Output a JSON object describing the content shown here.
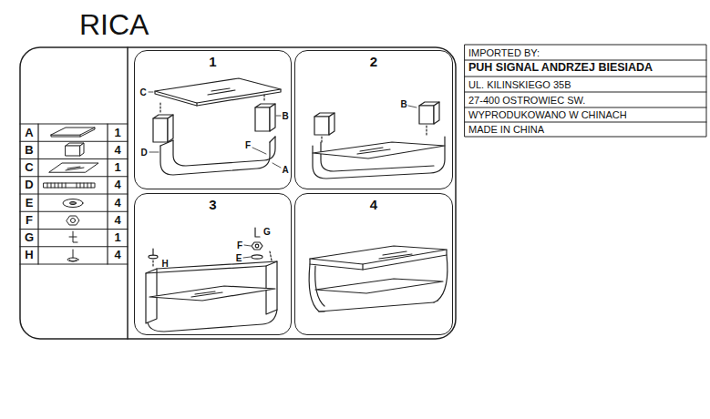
{
  "diagram": {
    "title": "RICA",
    "nodes": [
      {
        "text": [
          "1"
        ]
      },
      {
        "text": [
          "2"
        ]
      },
      {
        "text": [
          "3"
        ]
      },
      {
        "text": [
          "4"
        ]
      }
    ],
    "labels": [
      "A",
      "1",
      "B",
      "4",
      "C",
      "1",
      "D",
      "4",
      "E",
      "4",
      "F",
      "4",
      "G",
      "1",
      "H",
      "4",
      "C",
      "B",
      "D",
      "F",
      "A",
      "B",
      "G",
      "F",
      "E",
      "H",
      "IMPORTED BY:",
      "PUH SIGNAL ANDRZEJ BIESIADA",
      "UL. KILINSKIEGO 35B",
      "27-400 OSTROWIEC SW.",
      "WYPRODUKOWANO W CHINACH",
      "MADE IN CHINA"
    ]
  }
}
